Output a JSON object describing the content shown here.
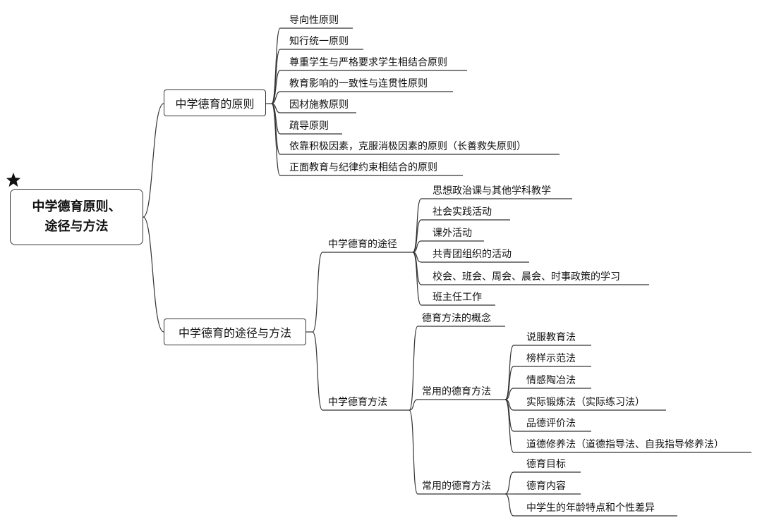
{
  "root": {
    "line1": "中学德育原则、",
    "line2": "途径与方法"
  },
  "principles": {
    "title": "中学德育的原则",
    "items": [
      "导向性原则",
      "知行统一原则",
      "尊重学生与严格要求学生相结合原则",
      "教育影响的一致性与连贯性原则",
      "因材施教原则",
      "疏导原则",
      "依靠积极因素，克服消极因素的原则（长善救失原则）",
      "正面教育与纪律约束相结合的原则"
    ]
  },
  "ways_methods": {
    "title": "中学德育的途径与方法",
    "ways": {
      "title": "中学德育的途径",
      "items": [
        "思想政治课与其他学科教学",
        "社会实践活动",
        "课外活动",
        "共青团组织的活动",
        "校会、班会、周会、晨会、时事政策的学习",
        "班主任工作"
      ]
    },
    "methods": {
      "title": "中学德育方法",
      "concept": "德育方法的概念",
      "common1": {
        "title": "常用的德育方法",
        "items": [
          "说服教育法",
          "榜样示范法",
          "情感陶冶法",
          "实际锻炼法（实际练习法）",
          "品德评价法",
          "道德修养法（道德指导法、自我指导修养法）"
        ]
      },
      "common2": {
        "title": "常用的德育方法",
        "items": [
          "德育目标",
          "德育内容",
          "中学生的年龄特点和个性差异"
        ]
      }
    }
  }
}
